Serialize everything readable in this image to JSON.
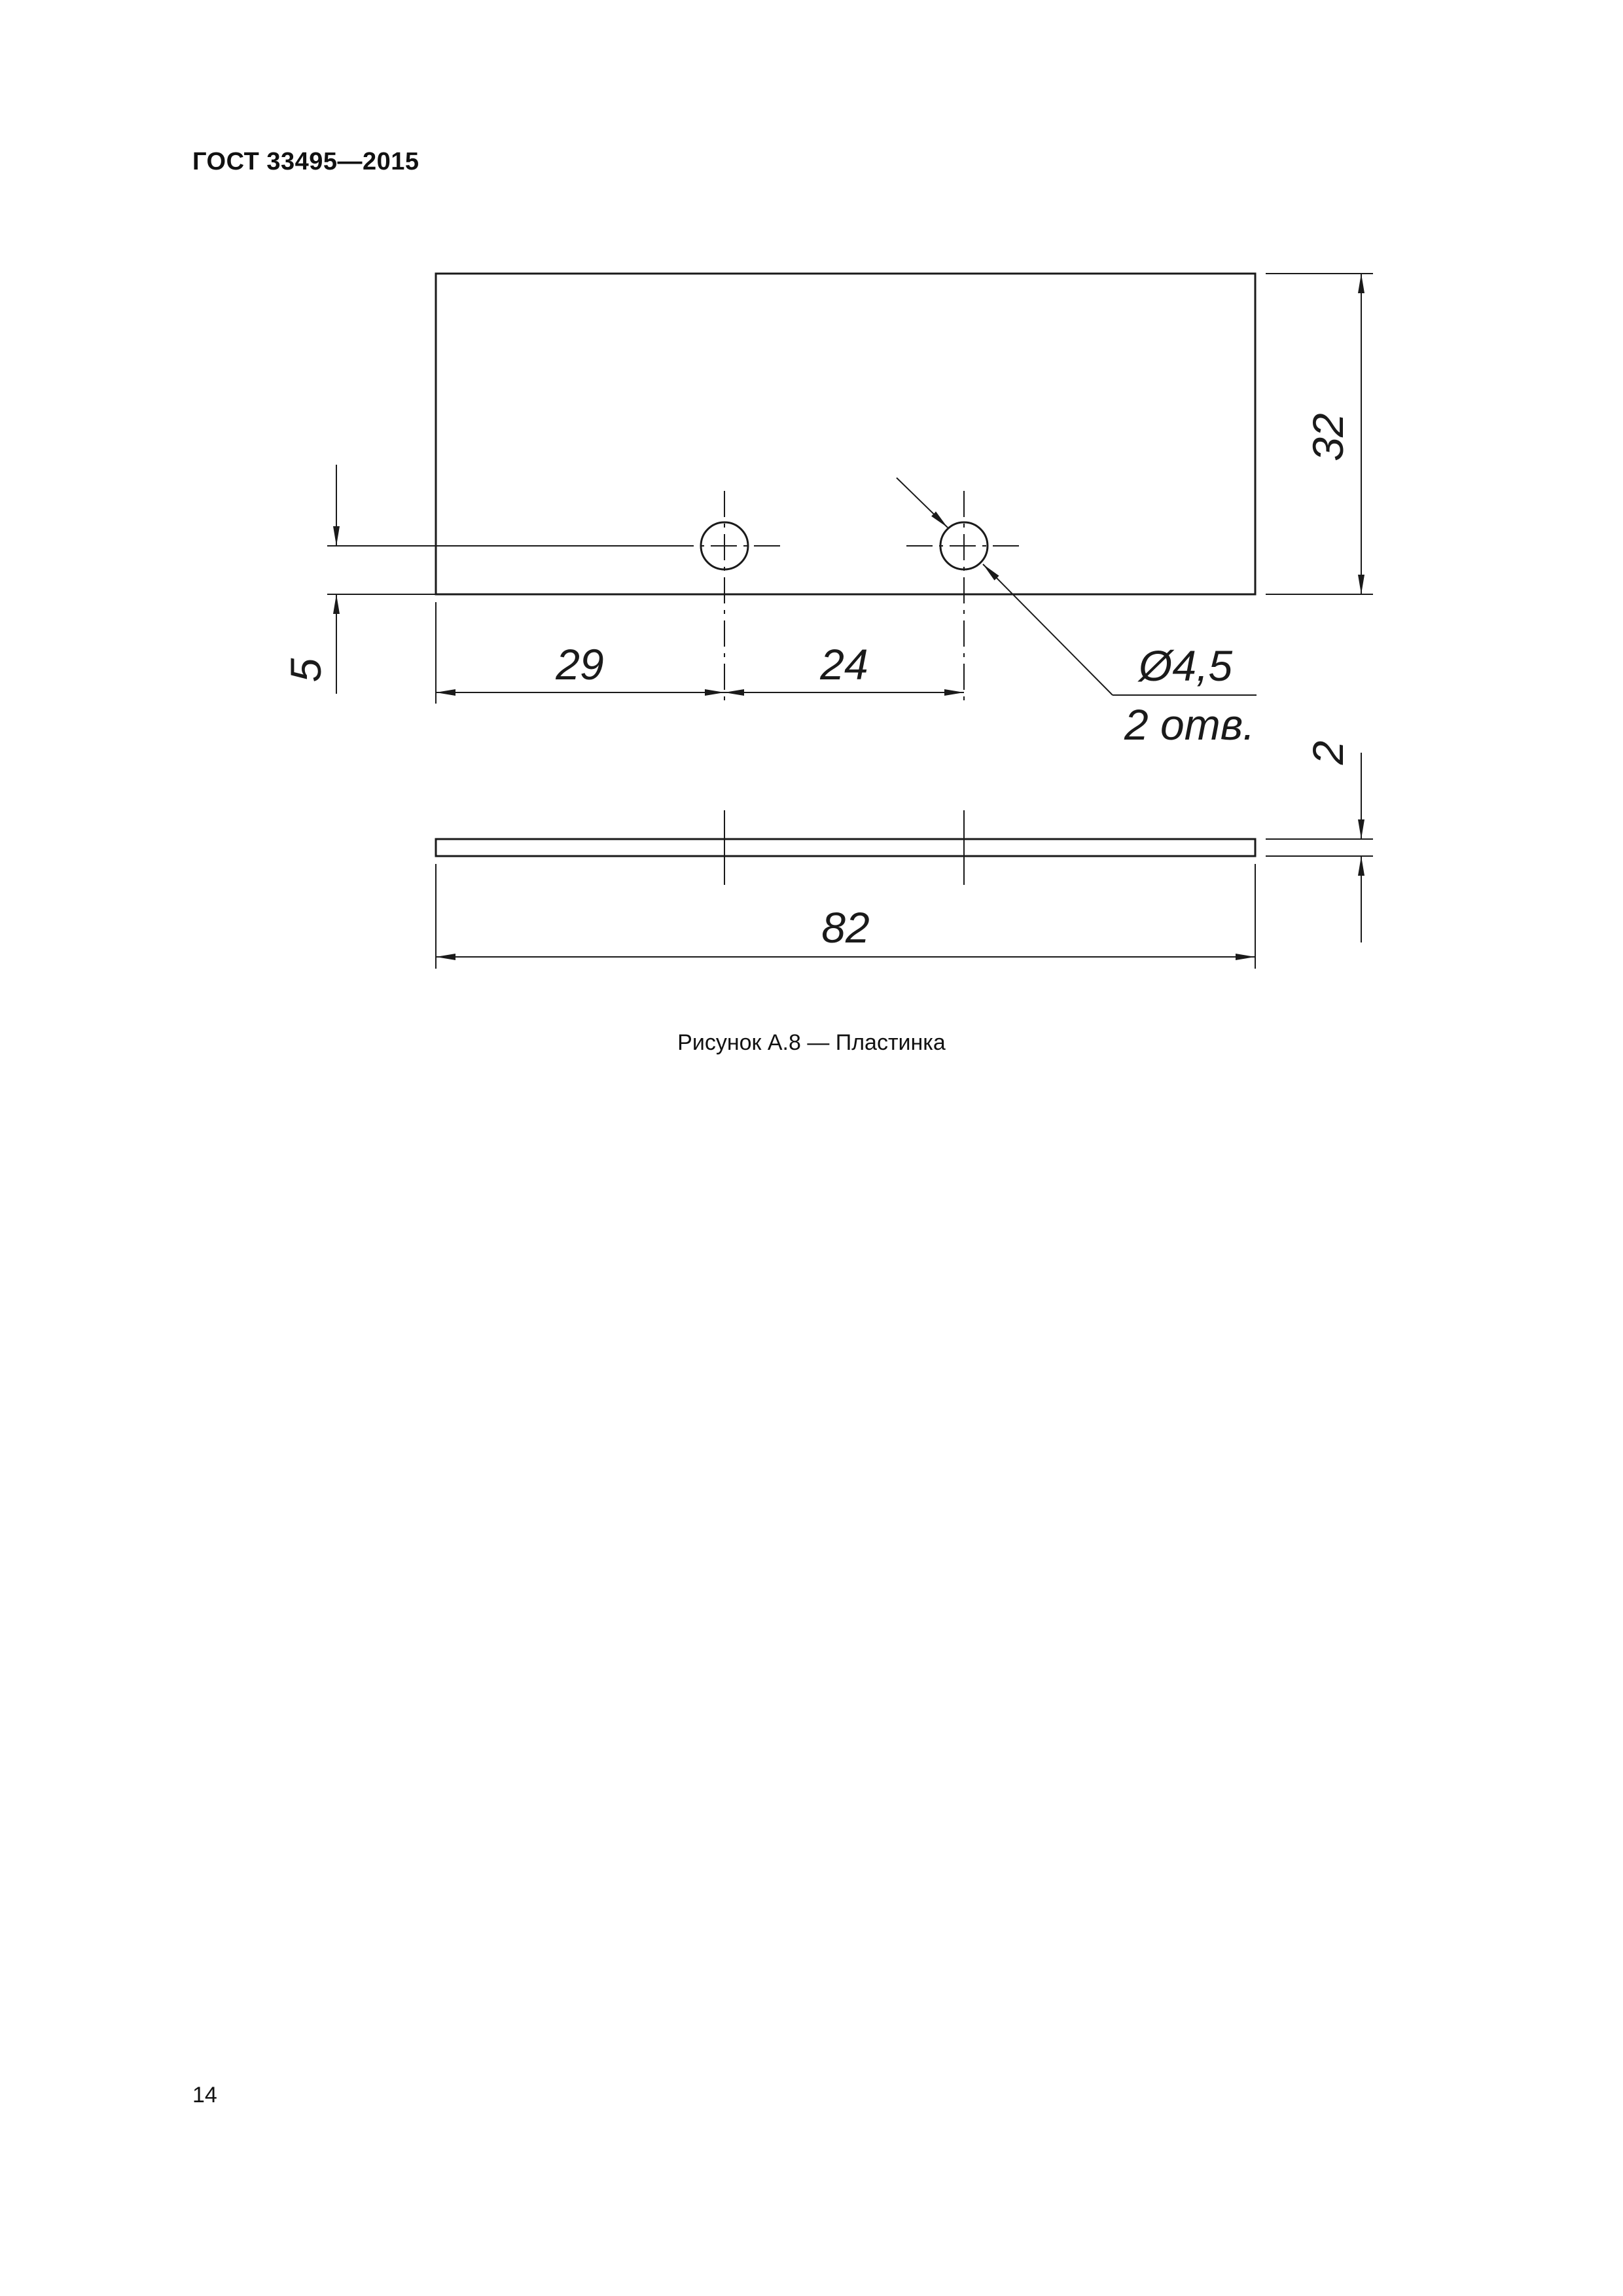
{
  "header": {
    "standard": "ГОСТ 33495—2015"
  },
  "drawing": {
    "dimensions": {
      "width": "82",
      "height": "32",
      "hole_offset": "5",
      "first_hole": "29",
      "hole_spacing": "24",
      "thickness": "2"
    },
    "hole_callout": {
      "diameter": "Ø4,5",
      "count": "2 отв."
    }
  },
  "caption": "Рисунок А.8 — Пластинка",
  "footer": {
    "page_number": "14"
  }
}
